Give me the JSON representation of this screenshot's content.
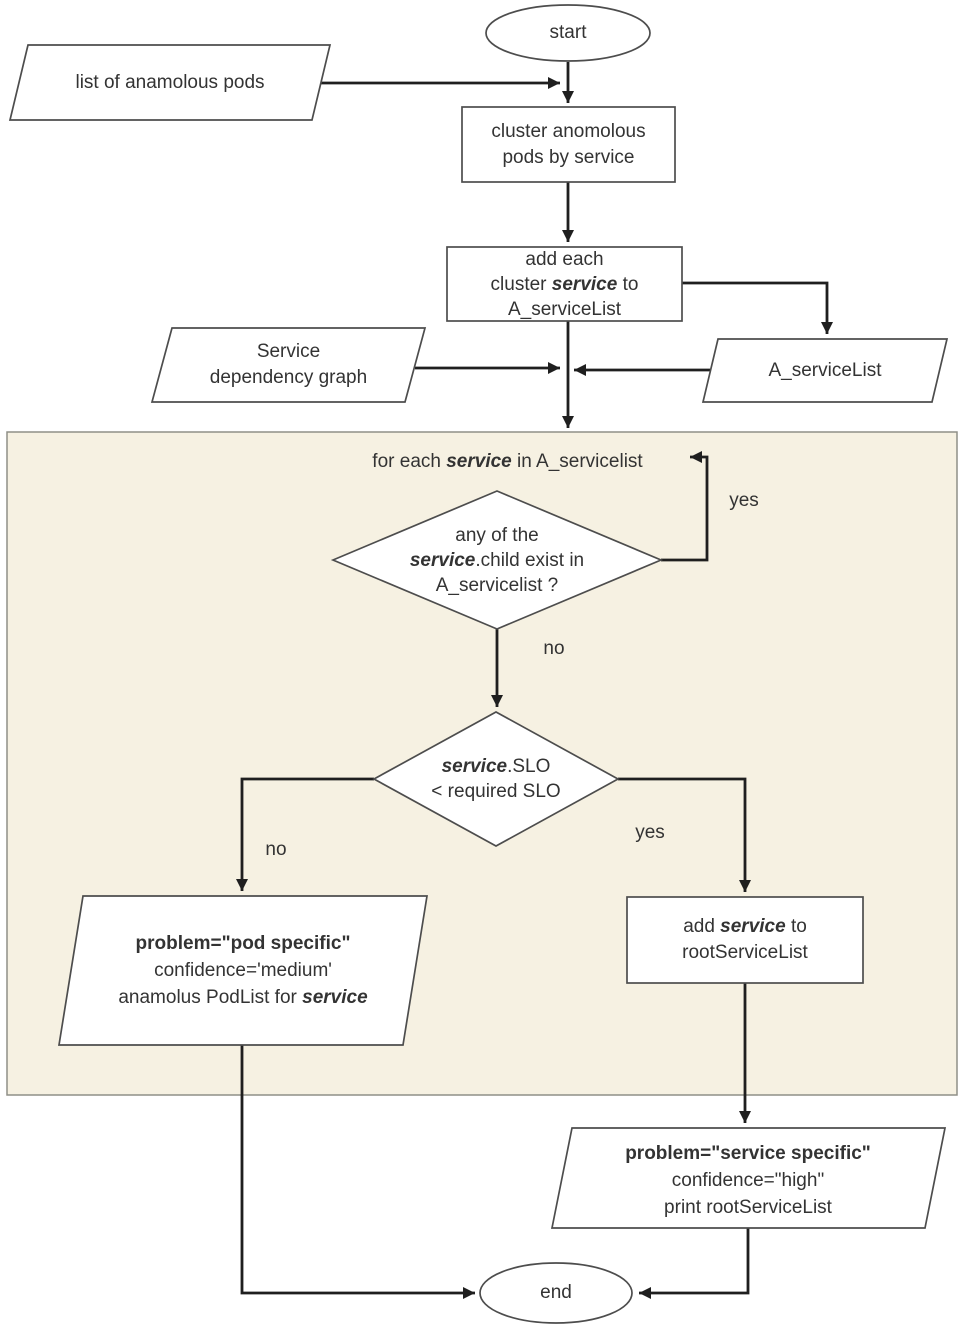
{
  "diagram": {
    "type": "flowchart",
    "colors": {
      "loopBg": "#f6f1e2",
      "shapeBorder": "#4d4d4d",
      "arrow": "#1f1f1f",
      "textColor": "#333333"
    },
    "nodes": {
      "start": {
        "label": "start"
      },
      "inputPods": {
        "label": "list of anamolous pods"
      },
      "clusterPods": {
        "l1": "cluster anomolous",
        "l2": "pods by service"
      },
      "addEach": {
        "l1": "add each",
        "l2pre": "cluster ",
        "l2var": "service",
        "l2post": " to",
        "l3": "A_serviceList"
      },
      "serviceDep": {
        "l1": "Service",
        "l2": "dependency graph"
      },
      "aServiceList": {
        "label": "A_serviceList"
      },
      "forEach": {
        "pre": "for each ",
        "var": "service",
        "post": " in A_servicelist"
      },
      "anyChild": {
        "l1": "any of the",
        "l2var": "service",
        "l2post": ".child exist in",
        "l3": "A_servicelist ?"
      },
      "sloCheck": {
        "l1var": "service",
        "l1post": ".SLO",
        "l2": "< required SLO"
      },
      "podSpecific": {
        "l1": "problem=\"pod specific\"",
        "l2": "confidence='medium'",
        "l3pre": "anamolus PodList for ",
        "l3var": "service"
      },
      "addRoot": {
        "l1pre": "add ",
        "l1var": "service",
        "l1post": " to",
        "l2": "rootServiceList"
      },
      "serviceSpecific": {
        "l1": "problem=\"service specific\"",
        "l2": "confidence=\"high\"",
        "l3": "print rootServiceList"
      },
      "end": {
        "label": "end"
      }
    },
    "edge_labels": {
      "loopYes": "yes",
      "childNo": "no",
      "sloNo": "no",
      "sloYes": "yes"
    }
  }
}
